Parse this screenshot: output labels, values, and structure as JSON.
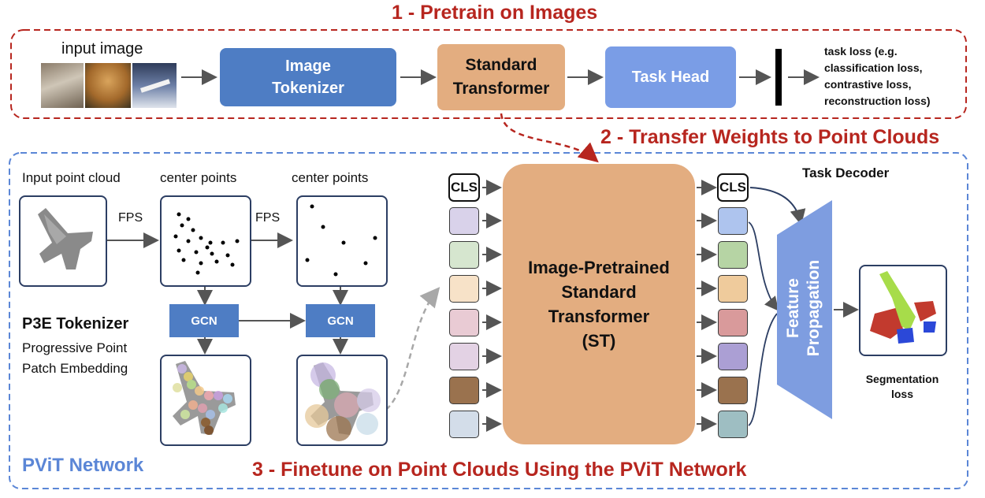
{
  "stage1": {
    "title": "1 - Pretrain on Images",
    "input_label": "input image",
    "tokenizer": "Image Tokenizer",
    "transformer": "Standard Transformer",
    "task_head": "Task Head",
    "task_loss": [
      "task loss (e.g.",
      "classification loss,",
      "contrastive loss,",
      "reconstruction loss)"
    ]
  },
  "stage2": {
    "title": "2 - Transfer Weights to Point Clouds"
  },
  "stage3": {
    "title": "3 - Finetune on Point Clouds Using the PViT Network",
    "network_label": "PViT Network",
    "input_point_cloud": "Input point cloud",
    "center_points_1": "center points",
    "center_points_2": "center points",
    "fps_1": "FPS",
    "fps_2": "FPS",
    "gcn_1": "GCN",
    "gcn_2": "GCN",
    "tokenizer_title": "P3E Tokenizer",
    "tokenizer_sub1": "Progressive Point",
    "tokenizer_sub2": "Patch Embedding",
    "cls_in": "CLS",
    "cls_out": "CLS",
    "st_lines": [
      "Image-Pretrained",
      "Standard",
      "Transformer",
      "(ST)"
    ],
    "task_decoder": "Task Decoder",
    "feature_propagation": [
      "Feature",
      "Propagation"
    ],
    "seg_loss": [
      "Segmentation",
      "loss"
    ]
  },
  "colors": {
    "red_title": "#b7261f",
    "blue_network": "#5b86d6",
    "tokenizer_blue": "#4e7dc4",
    "transformer_orange": "#e3ad80",
    "task_head_blue": "#7a9de6",
    "fp_blue": "#7e9de0"
  },
  "token_colors_in": [
    "#d9d2ea",
    "#d6e6cf",
    "#f7e2c8",
    "#e9cbd4",
    "#e3d2e4",
    "#9a724e",
    "#d3dde9"
  ],
  "token_colors_out": [
    "#aec4ee",
    "#b6d4a4",
    "#efcb9c",
    "#d99a9b",
    "#ab9fd4",
    "#9a724e",
    "#9ebec2"
  ]
}
